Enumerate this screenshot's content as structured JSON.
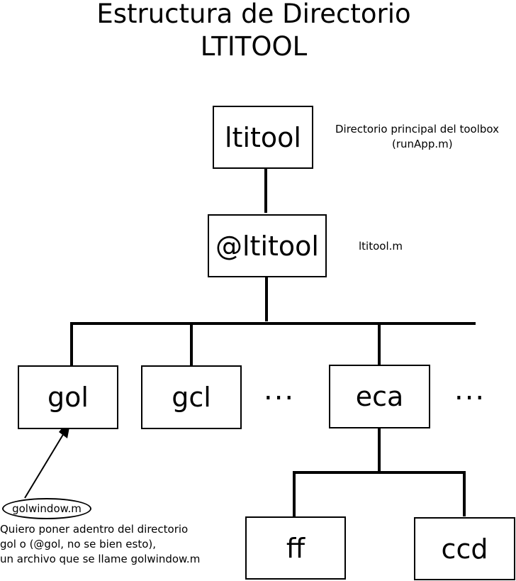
{
  "title": {
    "line1": "Estructura de Directorio",
    "line2": "LTITOOL"
  },
  "nodes": {
    "ltitool": "ltitool",
    "at_ltitool": "@ltitool",
    "gol": "gol",
    "gcl": "gcl",
    "eca": "eca",
    "ff": "ff",
    "ccd": "ccd"
  },
  "notes": {
    "ltitool_desc_line1": "Directorio principal del toolbox",
    "ltitool_desc_line2": "(runApp.m)",
    "at_ltitool_desc": "ltitool.m",
    "golwindow": "golwindow.m",
    "comment_line1": "Quiero poner adentro del directorio",
    "comment_line2": "gol o (@gol, no se bien esto),",
    "comment_line3": "un archivo que se llame golwindow.m"
  },
  "ellipsis": "..."
}
